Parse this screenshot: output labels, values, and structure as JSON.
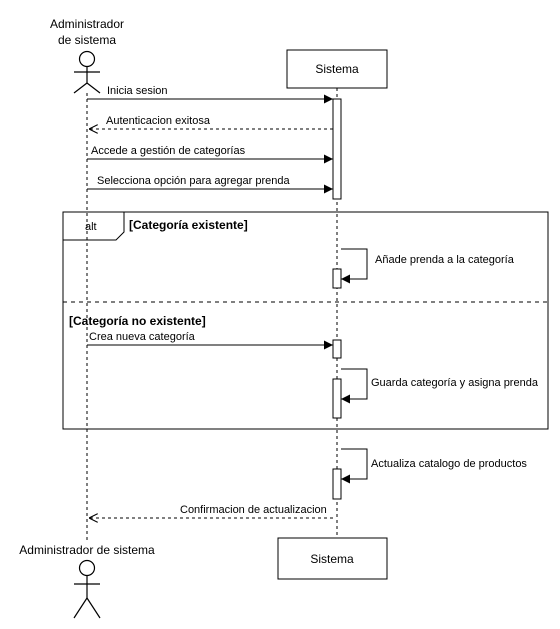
{
  "actor": {
    "top_label_line1": "Administrador",
    "top_label_line2": "de sistema",
    "bottom_label": "Administrador de sistema"
  },
  "system": {
    "top_label": "Sistema",
    "bottom_label": "Sistema"
  },
  "messages": {
    "login": "Inicia sesion",
    "auth_ok": "Autenticacion exitosa",
    "access_categories": "Accede a gestión de categorías",
    "select_add": "Selecciona opción para agregar prenda",
    "add_to_category": "Añade prenda a la categoría",
    "create_category": "Crea nueva categoría",
    "save_assign": "Guarda categoría y asigna prenda",
    "update_catalog": "Actualiza catalogo de productos",
    "confirm_update": "Confirmacion de actualizacion"
  },
  "fragment": {
    "operator": "alt",
    "guard_existing": "[Categoría existente]",
    "guard_new": "[Categoría no existente]"
  }
}
